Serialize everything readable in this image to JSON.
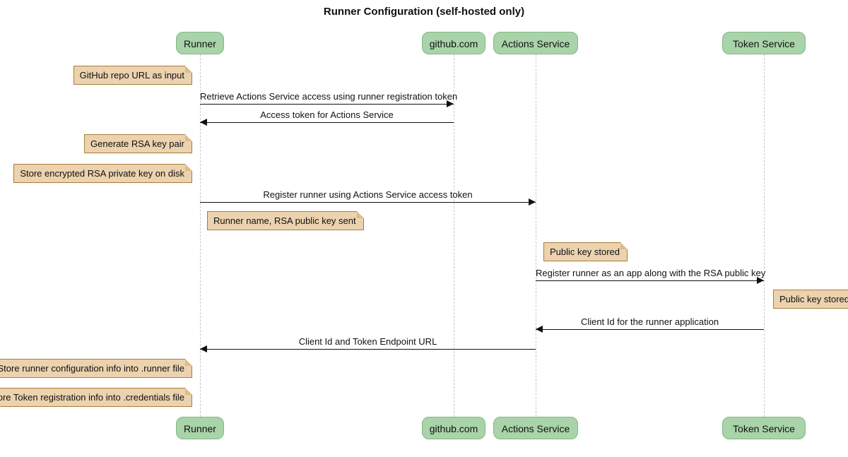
{
  "title": "Runner Configuration (self-hosted only)",
  "actors": [
    {
      "label": "Runner"
    },
    {
      "label": "github.com"
    },
    {
      "label": "Actions Service"
    },
    {
      "label": "Token Service"
    }
  ],
  "messages": [
    {
      "label": "Retrieve Actions Service access using runner registration token",
      "from": "Runner",
      "to": "github.com",
      "direction": "right"
    },
    {
      "label": "Access token for Actions Service",
      "from": "github.com",
      "to": "Runner",
      "direction": "left"
    },
    {
      "label": "Register runner using Actions Service access token",
      "from": "Runner",
      "to": "Actions Service",
      "direction": "right"
    },
    {
      "label": "Register runner as an app along with the RSA public key",
      "from": "Actions Service",
      "to": "Token Service",
      "direction": "right"
    },
    {
      "label": "Client Id for the runner application",
      "from": "Token Service",
      "to": "Actions Service",
      "direction": "left"
    },
    {
      "label": "Client Id and Token Endpoint URL",
      "from": "Actions Service",
      "to": "Runner",
      "direction": "left"
    }
  ],
  "notes": [
    {
      "text": "GitHub repo URL as input",
      "anchor": "Runner"
    },
    {
      "text": "Generate RSA key pair",
      "anchor": "Runner"
    },
    {
      "text": "Store encrypted RSA private key on disk",
      "anchor": "Runner"
    },
    {
      "text": "Runner name, RSA public key sent",
      "anchor": "Runner"
    },
    {
      "text": "Public key stored",
      "anchor": "Actions Service"
    },
    {
      "text": "Public key stored",
      "anchor": "Token Service"
    },
    {
      "text": "Store runner configuration info into .runner file",
      "anchor": "Runner"
    },
    {
      "text": "Store Token registration info into .credentials file",
      "anchor": "Runner"
    }
  ],
  "colors": {
    "actor_fill": "#A9D3A9",
    "actor_border": "#86B586",
    "note_fill": "#ECD2AE",
    "note_border": "#A97C3B",
    "lifeline": "#C8C8C8",
    "message_line": "#111111",
    "background": "#FFFFFF"
  }
}
